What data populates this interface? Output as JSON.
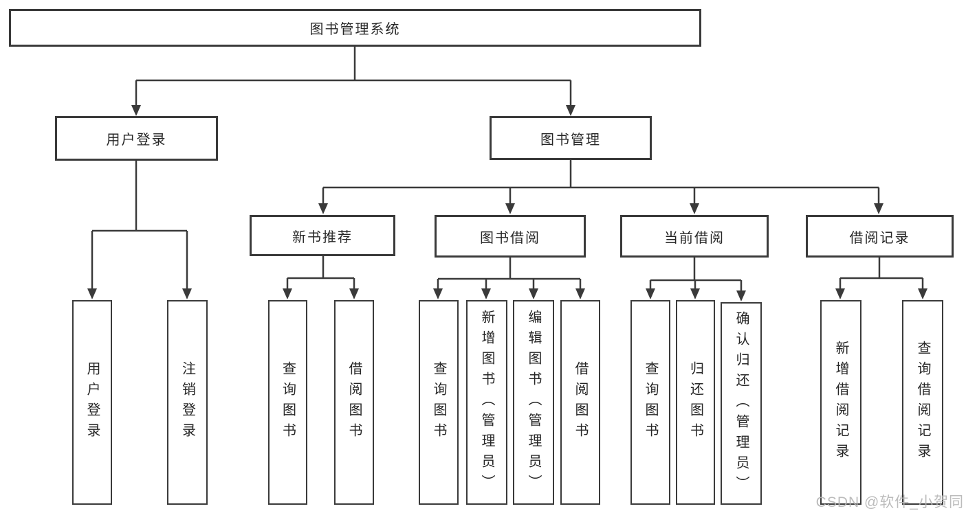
{
  "diagram": {
    "root": {
      "label": "图书管理系统"
    },
    "level2": [
      {
        "label": "用户登录"
      },
      {
        "label": "图书管理"
      }
    ],
    "level3": [
      {
        "label": "新书推荐",
        "parent": "图书管理"
      },
      {
        "label": "图书借阅",
        "parent": "图书管理"
      },
      {
        "label": "当前借阅",
        "parent": "图书管理"
      },
      {
        "label": "借阅记录",
        "parent": "图书管理"
      }
    ],
    "leaves": [
      {
        "label": "用户登录",
        "parent": "用户登录"
      },
      {
        "label": "注销登录",
        "parent": "用户登录"
      },
      {
        "label": "查询图书",
        "parent": "新书推荐"
      },
      {
        "label": "借阅图书",
        "parent": "新书推荐"
      },
      {
        "label": "查询图书",
        "parent": "图书借阅"
      },
      {
        "label": "新增图书（管理员）",
        "parent": "图书借阅"
      },
      {
        "label": "编辑图书（管理员）",
        "parent": "图书借阅"
      },
      {
        "label": "借阅图书",
        "parent": "图书借阅"
      },
      {
        "label": "查询图书",
        "parent": "当前借阅"
      },
      {
        "label": "归还图书",
        "parent": "当前借阅"
      },
      {
        "label": "确认归还（管理员）",
        "parent": "当前借阅"
      },
      {
        "label": "新增借阅记录",
        "parent": "借阅记录"
      },
      {
        "label": "查询借阅记录",
        "parent": "借阅记录"
      }
    ],
    "watermark": "CSDN @软件_小贺同学",
    "colors": {
      "line": "#3a3a3a",
      "text": "#262626",
      "box_background": "#ffffff",
      "watermark": "#b5b5b5",
      "background": "#ffffff"
    }
  }
}
